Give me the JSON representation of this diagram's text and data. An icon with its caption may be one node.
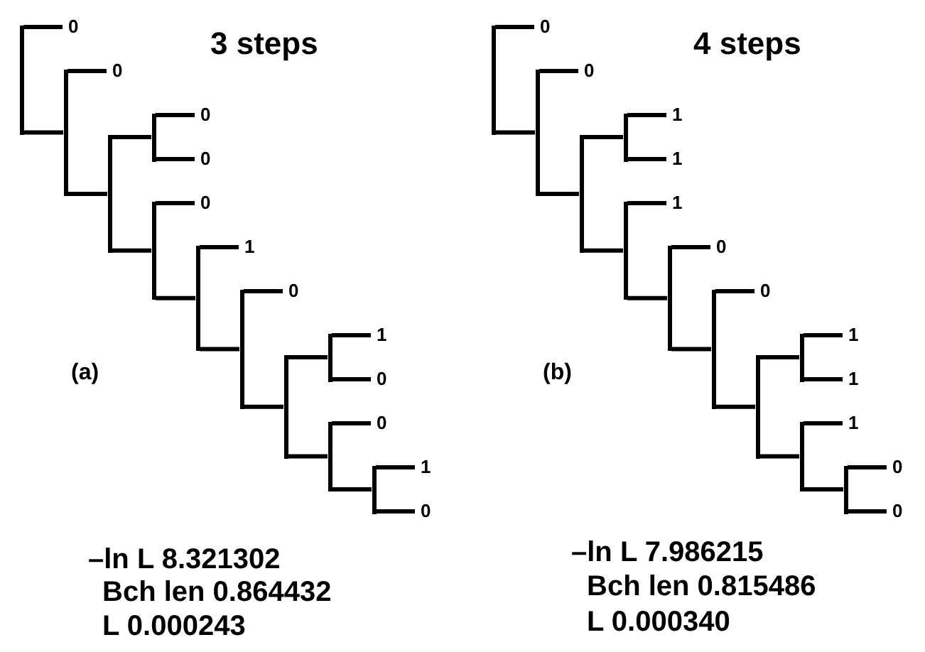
{
  "diagram": {
    "nodes": [
      {
        "text": [],
        "shape": "bar"
      },
      {
        "text": [
          "0"
        ]
      },
      {
        "text": [],
        "shape": "bar"
      },
      {
        "text": [
          "0"
        ]
      },
      {
        "text": [],
        "shape": "bar"
      },
      {
        "text": [],
        "shape": "bar"
      },
      {
        "text": [
          "0"
        ]
      },
      {
        "text": [
          "0"
        ]
      },
      {
        "text": [],
        "shape": "bar"
      },
      {
        "text": [
          "0"
        ]
      },
      {
        "text": [],
        "shape": "bar"
      },
      {
        "text": [
          "1"
        ]
      },
      {
        "text": [],
        "shape": "bar"
      },
      {
        "text": [
          "0"
        ]
      },
      {
        "text": [],
        "shape": "bar"
      },
      {
        "text": [],
        "shape": "bar"
      },
      {
        "text": [
          "1"
        ]
      },
      {
        "text": [
          "0"
        ]
      },
      {
        "text": [],
        "shape": "bar"
      },
      {
        "text": [
          "0"
        ]
      },
      {
        "text": [],
        "shape": "bar"
      },
      {
        "text": [
          "1"
        ]
      },
      {
        "text": [
          "0"
        ]
      },
      {
        "text": [],
        "shape": "bar"
      },
      {
        "text": [
          "0"
        ]
      },
      {
        "text": [],
        "shape": "bar"
      },
      {
        "text": [
          "0"
        ]
      },
      {
        "text": [],
        "shape": "bar"
      },
      {
        "text": [],
        "shape": "bar"
      },
      {
        "text": [
          "1"
        ]
      },
      {
        "text": [
          "1"
        ]
      },
      {
        "text": [],
        "shape": "bar"
      },
      {
        "text": [
          "1"
        ]
      },
      {
        "text": [],
        "shape": "bar"
      },
      {
        "text": [
          "0"
        ]
      },
      {
        "text": [],
        "shape": "bar"
      },
      {
        "text": [
          "0"
        ]
      },
      {
        "text": [],
        "shape": "bar"
      },
      {
        "text": [],
        "shape": "bar"
      },
      {
        "text": [
          "1"
        ]
      },
      {
        "text": [
          "1"
        ]
      },
      {
        "text": [],
        "shape": "bar"
      },
      {
        "text": [
          "1"
        ]
      },
      {
        "text": [],
        "shape": "bar"
      },
      {
        "text": [
          "0"
        ]
      },
      {
        "text": [
          "0"
        ]
      }
    ],
    "edges": [
      {
        "from": 0,
        "to": 1,
        "arrow": "none"
      },
      {
        "from": 0,
        "to": 2,
        "arrow": "none"
      },
      {
        "from": 2,
        "to": 3,
        "arrow": "none"
      },
      {
        "from": 2,
        "to": 4,
        "arrow": "none"
      },
      {
        "from": 4,
        "to": 5,
        "arrow": "none"
      },
      {
        "from": 4,
        "to": 8,
        "arrow": "none"
      },
      {
        "from": 5,
        "to": 6,
        "arrow": "none"
      },
      {
        "from": 5,
        "to": 7,
        "arrow": "none"
      },
      {
        "from": 8,
        "to": 9,
        "arrow": "none"
      },
      {
        "from": 8,
        "to": 10,
        "arrow": "none"
      },
      {
        "from": 10,
        "to": 11,
        "arrow": "none"
      },
      {
        "from": 10,
        "to": 12,
        "arrow": "none"
      },
      {
        "from": 12,
        "to": 13,
        "arrow": "none"
      },
      {
        "from": 12,
        "to": 14,
        "arrow": "none"
      },
      {
        "from": 14,
        "to": 15,
        "arrow": "none"
      },
      {
        "from": 14,
        "to": 18,
        "arrow": "none"
      },
      {
        "from": 15,
        "to": 16,
        "arrow": "none"
      },
      {
        "from": 15,
        "to": 17,
        "arrow": "none"
      },
      {
        "from": 18,
        "to": 19,
        "arrow": "none"
      },
      {
        "from": 18,
        "to": 20,
        "arrow": "none"
      },
      {
        "from": 20,
        "to": 21,
        "arrow": "none"
      },
      {
        "from": 20,
        "to": 22,
        "arrow": "none"
      },
      {
        "from": 23,
        "to": 24,
        "arrow": "none"
      },
      {
        "from": 23,
        "to": 25,
        "arrow": "none"
      },
      {
        "from": 25,
        "to": 26,
        "arrow": "none"
      },
      {
        "from": 25,
        "to": 27,
        "arrow": "none"
      },
      {
        "from": 27,
        "to": 28,
        "arrow": "none"
      },
      {
        "from": 27,
        "to": 31,
        "arrow": "none"
      },
      {
        "from": 28,
        "to": 29,
        "arrow": "none"
      },
      {
        "from": 28,
        "to": 30,
        "arrow": "none"
      },
      {
        "from": 31,
        "to": 32,
        "arrow": "none"
      },
      {
        "from": 31,
        "to": 33,
        "arrow": "none"
      },
      {
        "from": 33,
        "to": 34,
        "arrow": "none"
      },
      {
        "from": 33,
        "to": 35,
        "arrow": "none"
      },
      {
        "from": 35,
        "to": 36,
        "arrow": "none"
      },
      {
        "from": 35,
        "to": 37,
        "arrow": "none"
      },
      {
        "from": 37,
        "to": 38,
        "arrow": "none"
      },
      {
        "from": 37,
        "to": 41,
        "arrow": "none"
      },
      {
        "from": 38,
        "to": 39,
        "arrow": "none"
      },
      {
        "from": 38,
        "to": 40,
        "arrow": "none"
      },
      {
        "from": 41,
        "to": 42,
        "arrow": "none"
      },
      {
        "from": 41,
        "to": 43,
        "arrow": "none"
      },
      {
        "from": 43,
        "to": 44,
        "arrow": "none"
      },
      {
        "from": 43,
        "to": 45,
        "arrow": "none"
      }
    ],
    "labels": [
      "3 steps",
      "4 steps",
      "(a)",
      "(b)",
      "–ln L 8.321302",
      "Bch len 0.864432",
      "L 0.000243",
      "–ln L 7.986215",
      "Bch len 0.815486",
      "L 0.000340"
    ]
  }
}
